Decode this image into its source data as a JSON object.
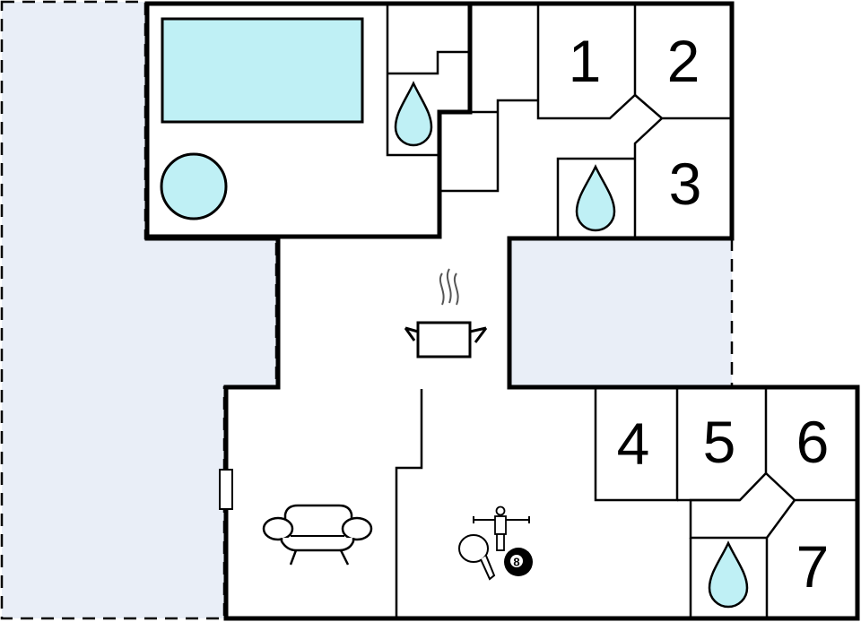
{
  "colors": {
    "wall": "#000000",
    "terrace": "#e9eef7",
    "water": "#bff0f5",
    "background": "#ffffff"
  },
  "icons": [
    "bathroom-drop-icon",
    "kitchen-pot-icon",
    "sofa-icon",
    "table-football-icon",
    "table-tennis-icon",
    "billiard-ball-icon",
    "pool-icon",
    "hot-tub-icon"
  ],
  "rooms": [
    {
      "id": "bedroom-1",
      "label": "1"
    },
    {
      "id": "bedroom-2",
      "label": "2"
    },
    {
      "id": "bedroom-3",
      "label": "3"
    },
    {
      "id": "bedroom-4",
      "label": "4"
    },
    {
      "id": "bedroom-5",
      "label": "5"
    },
    {
      "id": "bedroom-6",
      "label": "6"
    },
    {
      "id": "bedroom-7",
      "label": "7"
    }
  ],
  "billiard_ball_number": "8"
}
